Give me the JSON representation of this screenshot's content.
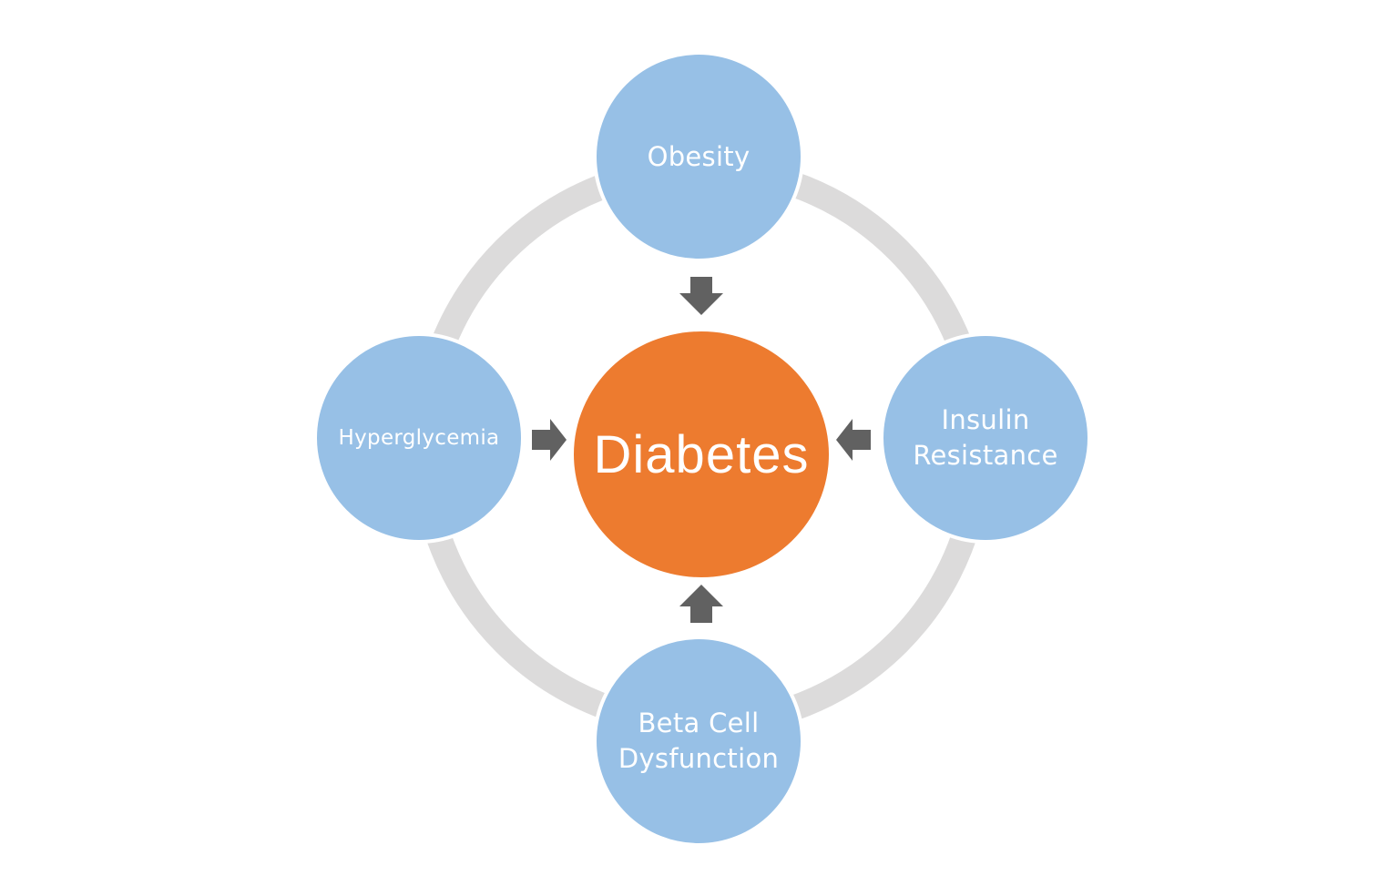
{
  "center": {
    "label": "Diabetes",
    "color": "#ed7b2f"
  },
  "nodes": {
    "top": {
      "label": "Obesity"
    },
    "right": {
      "label": "Insulin\nResistance"
    },
    "bottom": {
      "label": "Beta Cell\nDysfunction"
    },
    "left": {
      "label": "Hyperglycemia"
    }
  },
  "colors": {
    "node_fill": "#97c0e6",
    "ring": "#dcdbdb",
    "arrow": "#616161"
  },
  "icons": {
    "arrows": [
      "down-arrow-icon",
      "left-arrow-icon",
      "up-arrow-icon",
      "right-arrow-icon"
    ]
  }
}
